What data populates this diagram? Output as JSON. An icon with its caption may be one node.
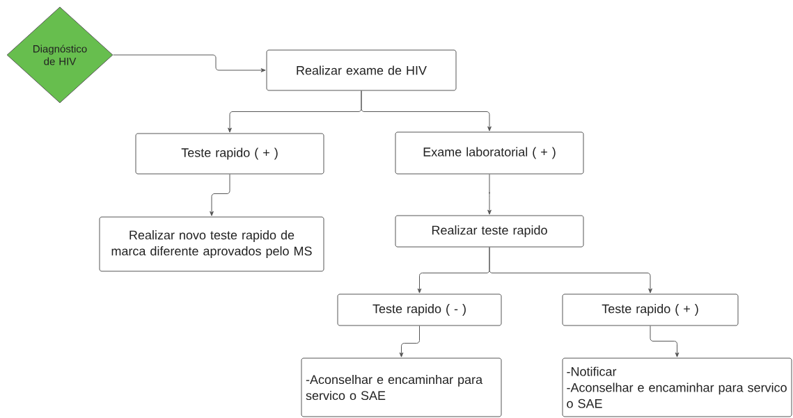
{
  "diagram": {
    "nodes": [
      {
        "text": [
          "Diagnóstico de HIV"
        ]
      },
      {
        "text": [
          "Realizar exame de HIV"
        ]
      },
      {
        "text": [
          "Teste rapido ( + )"
        ]
      },
      {
        "text": [
          "Exame laboratorial ( + )"
        ]
      },
      {
        "text": [
          "Realizar novo teste rapido de marca diferente aprovados pelo MS"
        ]
      },
      {
        "text": [
          "Realizar teste rapido"
        ]
      },
      {
        "text": [
          "Teste rapido ( - )"
        ]
      },
      {
        "text": [
          "Teste rapido ( + )"
        ]
      },
      {
        "text": [
          "-Aconselhar e encaminhar para servico o SAE"
        ]
      },
      {
        "text": [
          "-Notificar",
          "-Aconselhar e encaminhar para servico o SAE"
        ]
      }
    ],
    "edges": [
      {
        "from": 0,
        "to": 1,
        "arrow": "to"
      },
      {
        "from": 1,
        "to": 2,
        "arrow": "to"
      },
      {
        "from": 1,
        "to": 3,
        "arrow": "to"
      },
      {
        "from": 2,
        "to": 4,
        "arrow": "to"
      },
      {
        "from": 3,
        "to": 5,
        "arrow": "to"
      },
      {
        "from": 5,
        "to": 6,
        "arrow": "to"
      },
      {
        "from": 5,
        "to": 7,
        "arrow": "to"
      },
      {
        "from": 6,
        "to": 8,
        "arrow": "to"
      },
      {
        "from": 7,
        "to": 9,
        "arrow": "to"
      }
    ]
  }
}
